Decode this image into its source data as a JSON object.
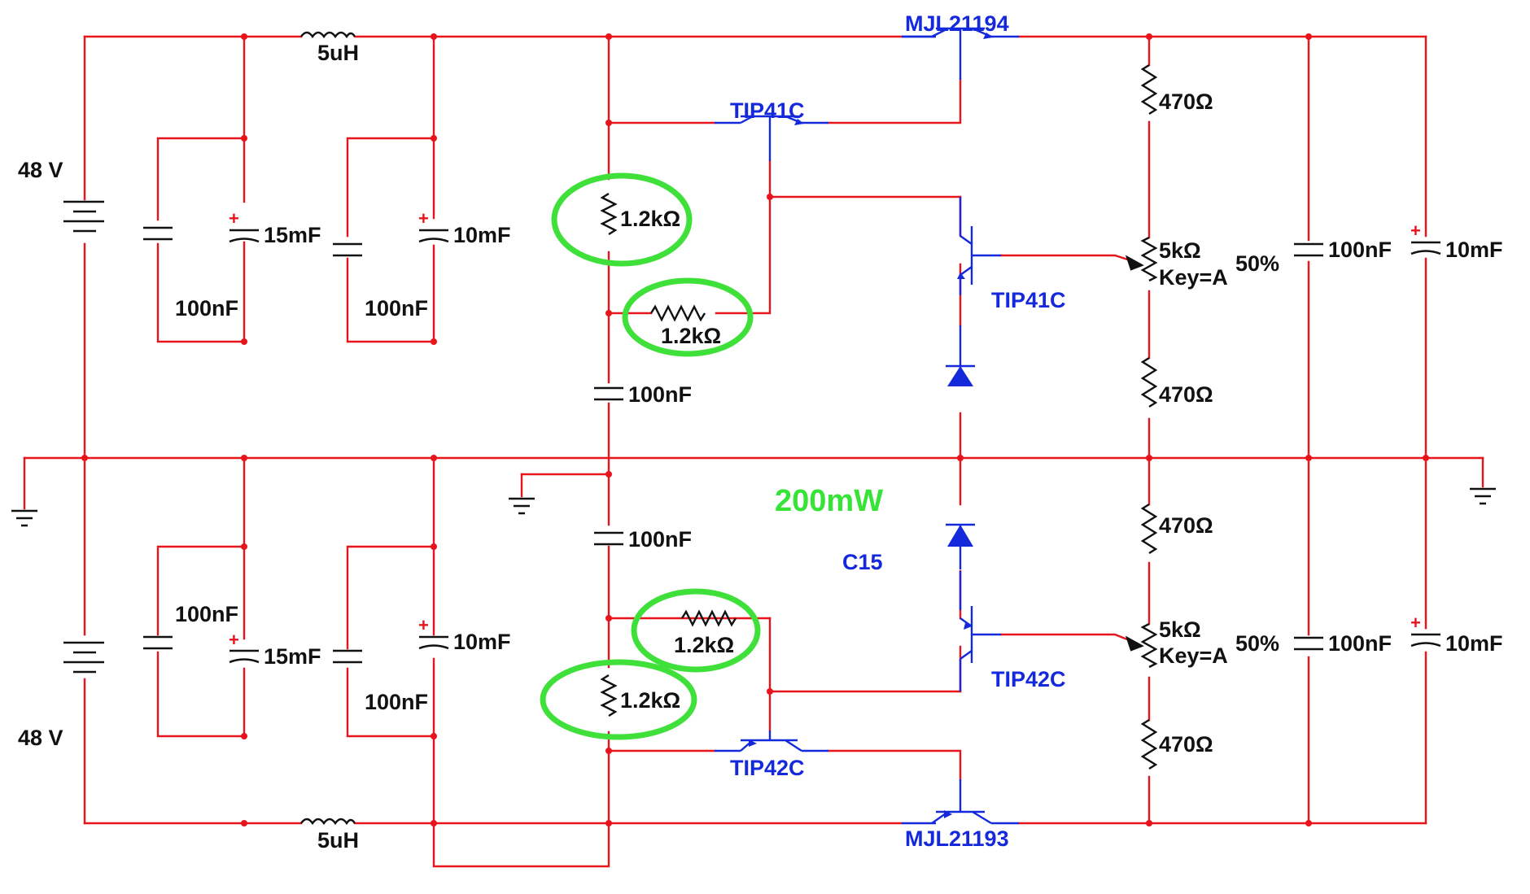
{
  "labels": {
    "battery_top": "48 V",
    "battery_bottom": "48 V",
    "inductor_top": "5uH",
    "inductor_bottom": "5uH",
    "cap_left_top_small_1": "100nF",
    "cap_left_top_big_1": "15mF",
    "cap_left_top_small_2": "100nF",
    "cap_left_top_big_2": "10mF",
    "cap_left_bottom_small_1": "100nF",
    "cap_left_bottom_big_1": "15mF",
    "cap_left_bottom_small_2": "100nF",
    "cap_left_bottom_big_2": "10mF",
    "transistor_top_output": "MJL21194",
    "transistor_top_driver": "TIP41C",
    "transistor_top_mid": "TIP41C",
    "transistor_bottom_mid": "TIP42C",
    "transistor_bottom_driver": "TIP42C",
    "transistor_bottom_output": "MJL21193",
    "res_top_vertical": "1.2kΩ",
    "res_top_horizontal": "1.2kΩ",
    "res_bottom_horizontal": "1.2kΩ",
    "res_bottom_vertical": "1.2kΩ",
    "cap_mid_top": "100nF",
    "cap_mid_bottom": "100nF",
    "power_rating": "200mW",
    "component_ref": "C15",
    "res_right_1": "470Ω",
    "res_right_2": "470Ω",
    "res_right_3": "470Ω",
    "res_right_4": "470Ω",
    "pot_top_value": "5kΩ",
    "pot_top_key": "Key=A",
    "pot_top_pct": "50%",
    "pot_bottom_value": "5kΩ",
    "pot_bottom_key": "Key=A",
    "pot_bottom_pct": "50%",
    "cap_right_top_small": "100nF",
    "cap_right_top_big": "10mF",
    "cap_right_bottom_small": "100nF",
    "cap_right_bottom_big": "10mF",
    "polarity_mark": "+"
  },
  "colors": {
    "wire": "#e8141c",
    "component": "#111111",
    "semiconductor": "#1428dc",
    "highlight": "#3fe03a"
  }
}
